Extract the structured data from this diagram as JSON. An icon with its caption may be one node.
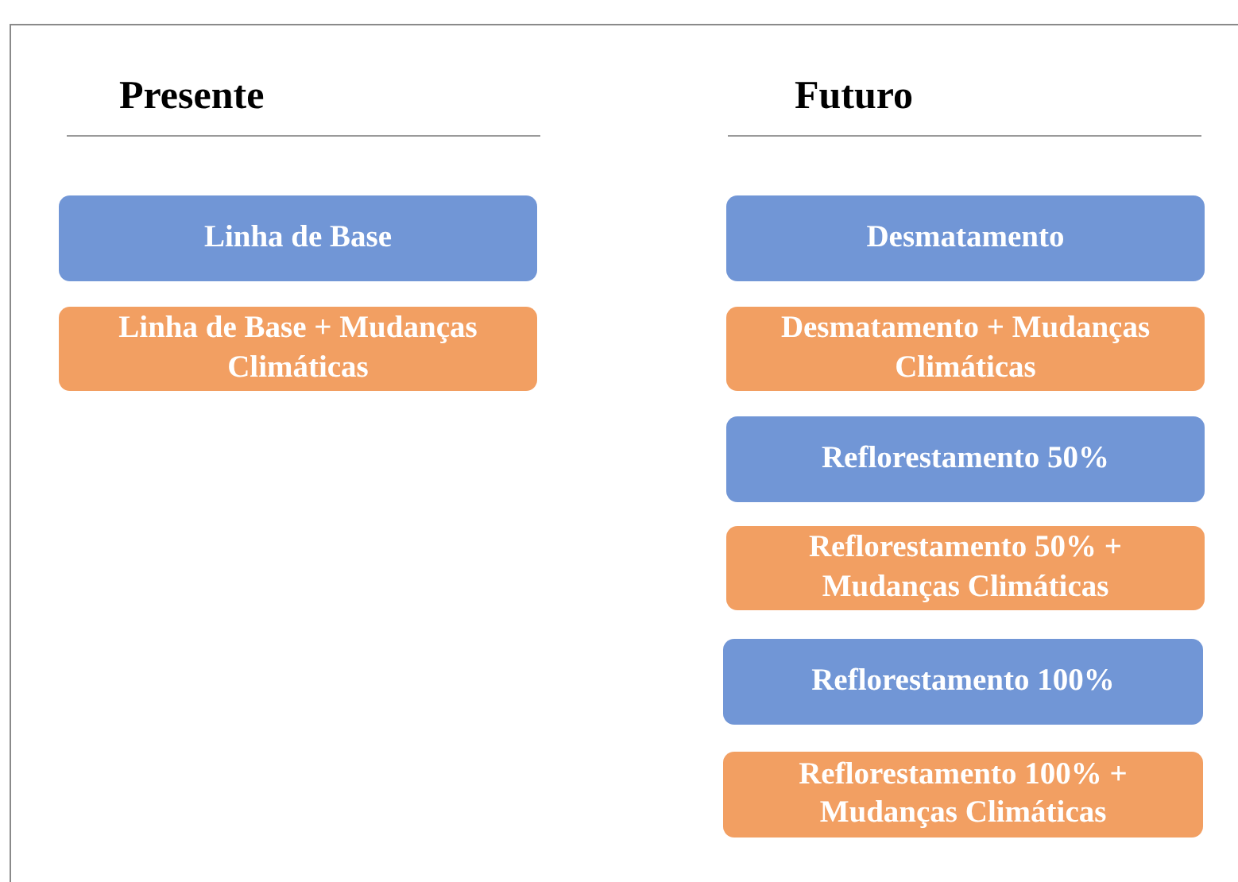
{
  "diagram": {
    "nodes": [
      {
        "text": [
          "Linha de Base"
        ]
      },
      {
        "text": [
          "Linha de Base + Mudanças Climáticas"
        ]
      },
      {
        "text": [
          "Desmatamento"
        ]
      },
      {
        "text": [
          "Desmatamento + Mudanças Climáticas"
        ]
      },
      {
        "text": [
          "Reflorestamento 50%"
        ]
      },
      {
        "text": [
          "Reflorestamento 50% + Mudanças Climáticas"
        ]
      },
      {
        "text": [
          "Reflorestamento 100%"
        ]
      },
      {
        "text": [
          "Reflorestamento 100% + Mudanças Climáticas"
        ]
      }
    ],
    "labels": [
      "Presente",
      "Futuro"
    ]
  }
}
